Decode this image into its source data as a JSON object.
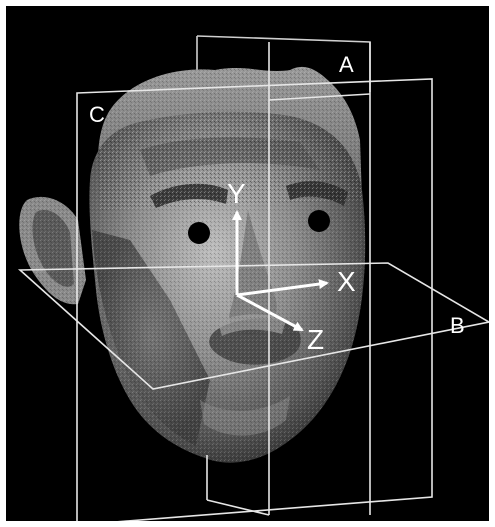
{
  "planes": {
    "a_label": "A",
    "b_label": "B",
    "c_label": "C"
  },
  "axes": {
    "x_label": "X",
    "y_label": "Y",
    "z_label": "Z"
  },
  "colors": {
    "background": "#000000",
    "frame": "#ffffff",
    "plane_outline": "#e6e6e6",
    "axis_arrow": "#ffffff",
    "face_light": "#b7b7b7",
    "face_dark": "#3a3a3a",
    "eye_marker": "#000000"
  }
}
